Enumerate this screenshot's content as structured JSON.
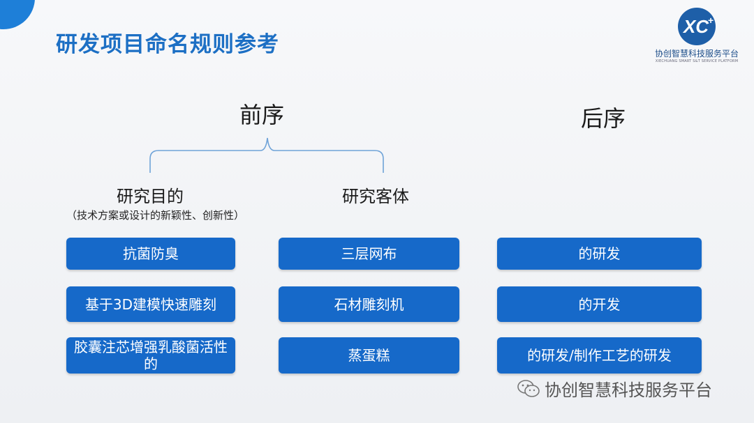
{
  "header": {
    "title": "研发项目命名规则参考"
  },
  "logo": {
    "name": "协创智慧科技服务平台",
    "subtitle": "XIECHUANG SMART S&T SERVICE PLATFORM"
  },
  "sections": {
    "prefix_heading": "前序",
    "suffix_heading": "后序",
    "purpose_heading": "研究目的",
    "purpose_note": "（技术方案或设计的新颖性、创新性）",
    "object_heading": "研究客体"
  },
  "columns": {
    "purpose": [
      "抗菌防臭",
      "基于3D建模快速雕刻",
      "胶囊注芯增强乳酸菌活性的"
    ],
    "object": [
      "三层网布",
      "石材雕刻机",
      "蒸蛋糕"
    ],
    "suffix": [
      "的研发",
      "的开发",
      "的研发/制作工艺的研发"
    ]
  },
  "watermark": {
    "text": "协创智慧科技服务平台"
  }
}
